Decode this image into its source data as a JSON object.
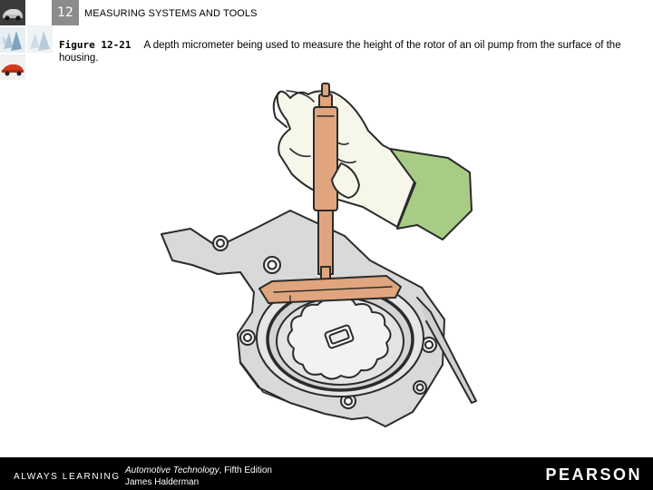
{
  "header": {
    "chapter_number": "12",
    "chapter_title": "MEASURING SYSTEMS AND TOOLS",
    "thumbnails": [
      "car-photo-icon",
      "crystal-photo-icon",
      "red-car-photo-icon"
    ]
  },
  "caption": {
    "figure_label": "Figure 12-21",
    "text": "A depth micrometer being used to measure the height of the rotor of an oil pump from the surface of the housing."
  },
  "illustration": {
    "subject": "depth-micrometer-oil-pump",
    "colors": {
      "micrometer": "#e0a57e",
      "glove_cuff": "#a8cc86",
      "housing": "#d9d9d9",
      "outline": "#2b2b2b",
      "skin": "#f7f6ea"
    }
  },
  "footer": {
    "tagline": "ALWAYS LEARNING",
    "book_title": "Automotive Technology",
    "edition": ", Fifth Edition",
    "author": "James Halderman",
    "publisher": "PEARSON"
  }
}
